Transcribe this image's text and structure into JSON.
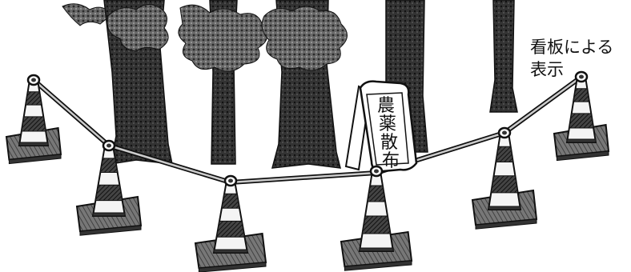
{
  "caption": {
    "line1": "看板による",
    "line2": "表示"
  },
  "sign": {
    "chars": [
      "農",
      "薬",
      "散",
      "布"
    ]
  },
  "colors": {
    "ink": "#111111",
    "cone_dark": "#333333",
    "cone_light": "#f4f4f4",
    "tree_dark": "#2a2a2a",
    "foliage": "#5a5a5a"
  }
}
